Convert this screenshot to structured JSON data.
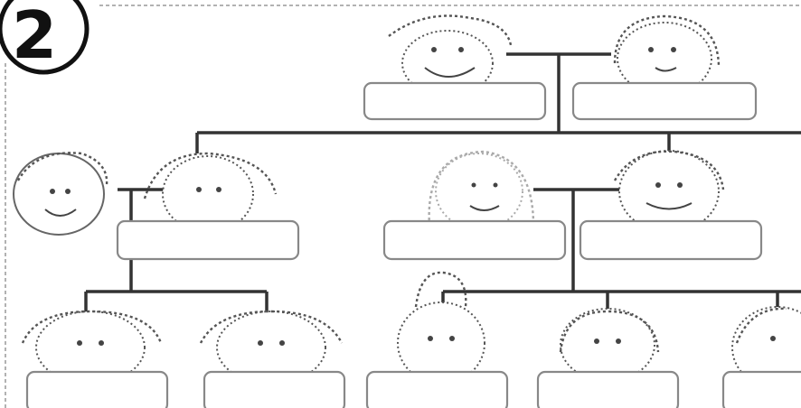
{
  "exercise": {
    "number": "2"
  },
  "colors": {
    "line": "#333333",
    "box": "#888888",
    "background": "#ffffff"
  },
  "name_boxes": [
    {
      "id": "grandpa",
      "value": ""
    },
    {
      "id": "grandma",
      "value": ""
    },
    {
      "id": "uncle-aunt",
      "value": ""
    },
    {
      "id": "mother",
      "value": ""
    },
    {
      "id": "father",
      "value": ""
    },
    {
      "id": "cousin-1",
      "value": ""
    },
    {
      "id": "cousin-2",
      "value": ""
    },
    {
      "id": "sibling-1",
      "value": ""
    },
    {
      "id": "sibling-2",
      "value": ""
    },
    {
      "id": "sibling-3",
      "value": ""
    }
  ]
}
